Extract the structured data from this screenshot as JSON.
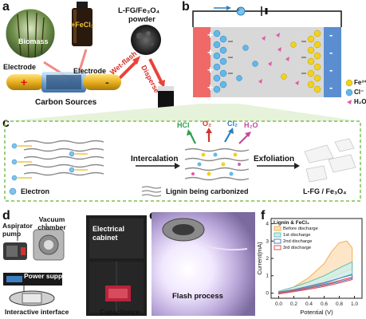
{
  "panels": {
    "a": {
      "letter": "a",
      "biomass_label": "Biomass",
      "fecl3_label": "+FeCl₃",
      "powder_label_line1": "L-FG/Fe₃O₄",
      "powder_label_line2": "powder",
      "electrode_left": "Electrode",
      "electrode_right": "Electrode",
      "wet_flash": "Wet-flash",
      "disperse": "Disperse",
      "carbon_sources": "Carbon Sources"
    },
    "b": {
      "letter": "b",
      "electron_symbol": "e⁻",
      "legend": [
        {
          "label": "Fe³⁺",
          "color": "#f2d21a"
        },
        {
          "label": "Cl⁻",
          "color": "#62b8e8"
        },
        {
          "label": "H₂O",
          "color": "#e05aa8"
        }
      ],
      "plus": "+",
      "minus": "-"
    },
    "c": {
      "letter": "c",
      "intercalation": "Intercalation",
      "exfoliation": "Exfoliation",
      "gases": [
        {
          "label": "HCl",
          "color": "#2e9e4a"
        },
        {
          "label": "O₂",
          "color": "#d0332b"
        },
        {
          "label": "Cl₂",
          "color": "#2a7fc0"
        },
        {
          "label": "H₂O",
          "color": "#c44aa0"
        }
      ],
      "electron_legend": "Electron",
      "lignin_legend": "Lignin being carbonized",
      "product_label": "L-FG / Fe₃O₄"
    },
    "d": {
      "letter": "d",
      "aspirator_pump": "Aspirator pump",
      "vacuum_chamber": "Vacuum chamber",
      "electrical_cabinet": "Electrical cabinet",
      "power_supply": "Power supply",
      "interactive_interface": "Interactive interface",
      "capacitance": "Capacitance"
    },
    "e": {
      "letter": "e",
      "flash_process": "Flash process"
    },
    "f": {
      "letter": "f"
    }
  },
  "chart_data": {
    "type": "line",
    "title": "Lignin & FeCl₃",
    "xlabel": "Potential (V)",
    "ylabel": "Current(mA)",
    "xlim": [
      -0.1,
      1.1
    ],
    "ylim": [
      -0.3,
      4.3
    ],
    "xticks": [
      "0.0",
      "0.2",
      "0.4",
      "0.6",
      "0.8",
      "1.0"
    ],
    "yticks": [
      "0",
      "1",
      "2",
      "3",
      "4"
    ],
    "series": [
      {
        "name": "Before discharge",
        "color": "#f2b35e",
        "fill": "#fbe2bd",
        "upper": [
          [
            0.0,
            0.05
          ],
          [
            0.2,
            0.35
          ],
          [
            0.4,
            0.9
          ],
          [
            0.6,
            1.7
          ],
          [
            0.7,
            2.4
          ],
          [
            0.8,
            2.9
          ],
          [
            0.9,
            3.0
          ],
          [
            0.97,
            2.6
          ]
        ],
        "lower": [
          [
            0.0,
            0.0
          ],
          [
            0.2,
            0.2
          ],
          [
            0.4,
            0.4
          ],
          [
            0.6,
            0.7
          ],
          [
            0.8,
            1.1
          ],
          [
            0.97,
            1.4
          ]
        ]
      },
      {
        "name": "1st discharge",
        "color": "#6cc3b4",
        "fill": "#cfeee7",
        "upper": [
          [
            0.0,
            0.1
          ],
          [
            0.2,
            0.35
          ],
          [
            0.4,
            0.65
          ],
          [
            0.6,
            1.0
          ],
          [
            0.8,
            1.45
          ],
          [
            0.97,
            1.8
          ]
        ],
        "lower": [
          [
            0.0,
            0.05
          ],
          [
            0.2,
            0.2
          ],
          [
            0.4,
            0.35
          ],
          [
            0.6,
            0.55
          ],
          [
            0.8,
            0.85
          ],
          [
            0.97,
            1.1
          ]
        ]
      },
      {
        "name": "2nd discharge",
        "color": "#4e7fc4",
        "fill": "none",
        "upper": [
          [
            0.0,
            0.05
          ],
          [
            0.2,
            0.2
          ],
          [
            0.4,
            0.4
          ],
          [
            0.6,
            0.6
          ],
          [
            0.8,
            0.85
          ],
          [
            0.97,
            1.05
          ]
        ],
        "lower": [
          [
            0.0,
            0.0
          ],
          [
            0.2,
            0.12
          ],
          [
            0.4,
            0.28
          ],
          [
            0.6,
            0.45
          ],
          [
            0.8,
            0.65
          ],
          [
            0.97,
            0.85
          ]
        ]
      },
      {
        "name": "3rd discharge",
        "color": "#e0535a",
        "fill": "none",
        "upper": [
          [
            0.0,
            0.0
          ],
          [
            0.2,
            0.15
          ],
          [
            0.4,
            0.32
          ],
          [
            0.6,
            0.5
          ],
          [
            0.8,
            0.72
          ],
          [
            0.97,
            0.92
          ]
        ],
        "lower": [
          [
            0.0,
            -0.05
          ],
          [
            0.2,
            0.08
          ],
          [
            0.4,
            0.22
          ],
          [
            0.6,
            0.38
          ],
          [
            0.8,
            0.58
          ],
          [
            0.97,
            0.78
          ]
        ]
      }
    ],
    "legend": "top-left",
    "grid": false
  }
}
